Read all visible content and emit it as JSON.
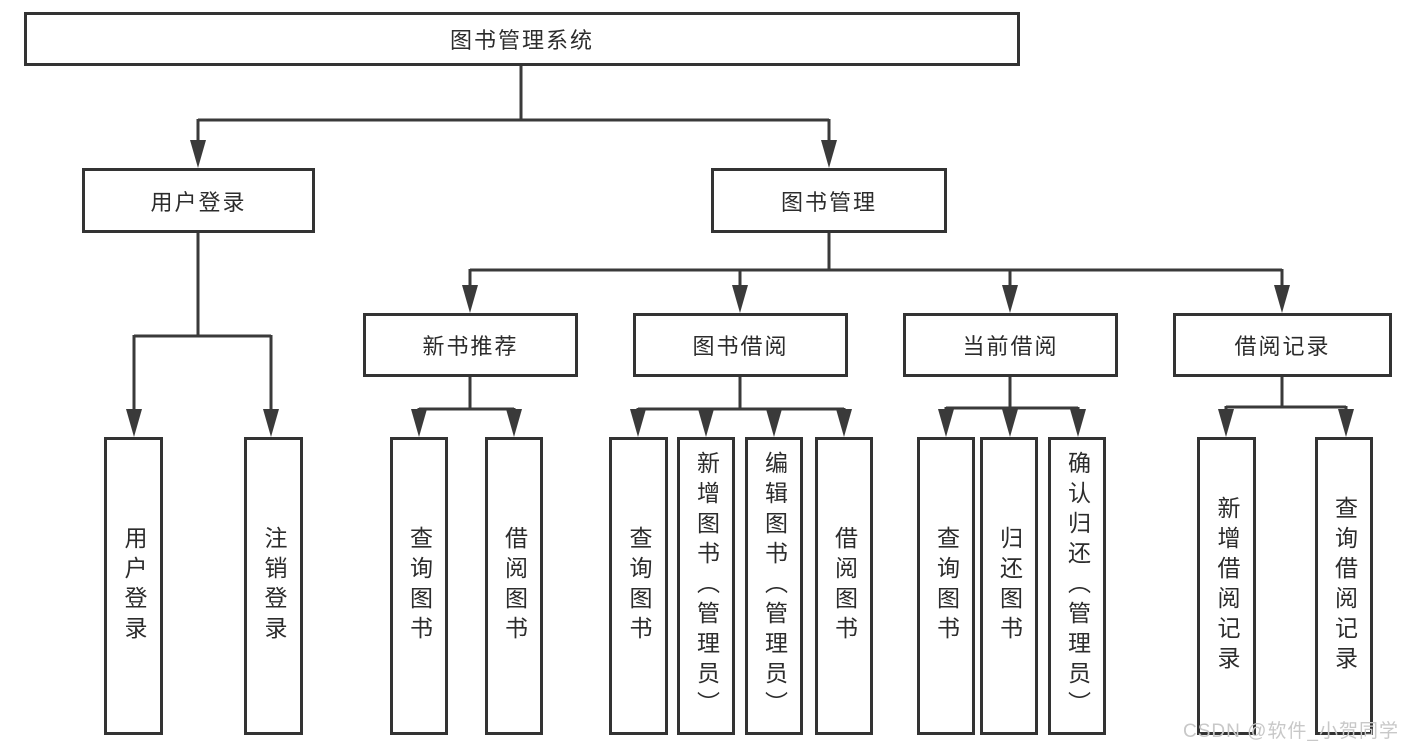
{
  "diagram": {
    "type": "hierarchy-tree",
    "colors": {
      "background": "#ffffff",
      "line": "#3a3a3a",
      "box_border": "#333333",
      "text": "#2c2c2c",
      "watermark": "#c8c8c8"
    },
    "nodes": {
      "root": {
        "label": "图书管理系统"
      },
      "userLogin": {
        "label": "用户登录"
      },
      "bookManagement": {
        "label": "图书管理"
      },
      "newBookRecommend": {
        "label": "新书推荐"
      },
      "bookBorrow": {
        "label": "图书借阅"
      },
      "currentBorrow": {
        "label": "当前借阅"
      },
      "borrowRecords": {
        "label": "借阅记录"
      },
      "leafUserLogin": {
        "label": "用户登录"
      },
      "leafLogout": {
        "label": "注销登录"
      },
      "leafQueryBooksRecommend": {
        "label": "查询图书"
      },
      "leafBorrowBooksRecommend": {
        "label": "借阅图书"
      },
      "leafQueryBooksBorrow": {
        "label": "查询图书"
      },
      "leafAddBooks": {
        "label": "新增图书（管理员）"
      },
      "leafEditBooks": {
        "label": "编辑图书（管理员）"
      },
      "leafBorrowBooksBorrow": {
        "label": "借阅图书"
      },
      "leafQueryBooksCurrent": {
        "label": "查询图书"
      },
      "leafReturnBooks": {
        "label": "归还图书"
      },
      "leafConfirmReturn": {
        "label": "确认归还（管理员）"
      },
      "leafAddBorrowRecord": {
        "label": "新增借阅记录"
      },
      "leafQueryBorrowRecord": {
        "label": "查询借阅记录"
      }
    },
    "hierarchy": {
      "图书管理系统": {
        "用户登录": [
          "用户登录",
          "注销登录"
        ],
        "图书管理": {
          "新书推荐": [
            "查询图书",
            "借阅图书"
          ],
          "图书借阅": [
            "查询图书",
            "新增图书（管理员）",
            "编辑图书（管理员）",
            "借阅图书"
          ],
          "当前借阅": [
            "查询图书",
            "归还图书",
            "确认归还（管理员）"
          ],
          "借阅记录": [
            "新增借阅记录",
            "查询借阅记录"
          ]
        }
      }
    },
    "watermark": {
      "text": "CSDN @软件_小贺同学"
    }
  }
}
